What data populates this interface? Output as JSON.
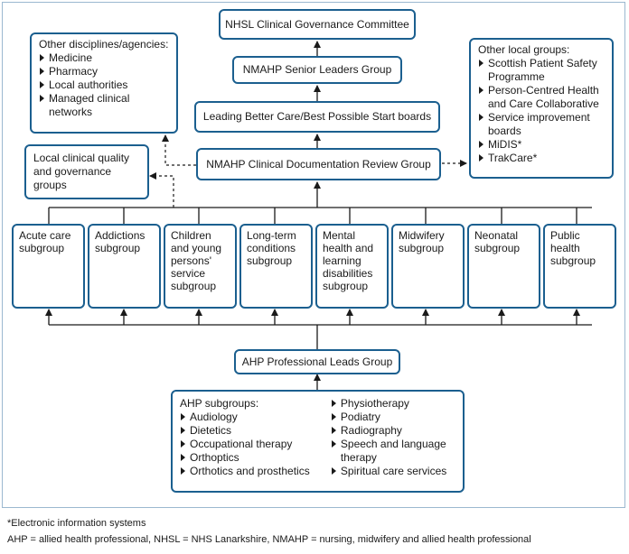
{
  "committee": "NHSL Clinical Governance Committee",
  "senior_leaders": "NMAHP Senior Leaders Group",
  "boards": "Leading Better Care/Best Possible Start boards",
  "review_group": "NMAHP Clinical Documentation Review Group",
  "other_disciplines": {
    "title": "Other disciplines/agencies:",
    "items": [
      "Medicine",
      "Pharmacy",
      "Local authorities",
      "Managed clinical networks"
    ]
  },
  "local_quality": "Local clinical quality and governance groups",
  "other_local": {
    "title": "Other local groups:",
    "items": [
      "Scottish Patient Safety Programme",
      "Person-Centred Health and Care Collaborative",
      "Service improvement boards",
      "MiDIS*",
      "TrakCare*"
    ]
  },
  "subgroups": [
    "Acute care subgroup",
    "Addictions subgroup",
    "Children and young persons' service subgroup",
    "Long-term conditions subgroup",
    "Mental health and learning disabilities subgroup",
    "Midwifery subgroup",
    "Neonatal subgroup",
    "Public health subgroup"
  ],
  "ahp_leads": "AHP Professional Leads Group",
  "ahp_subgroups": {
    "title": "AHP subgroups:",
    "col1": [
      "Audiology",
      "Dietetics",
      "Occupational therapy",
      "Orthoptics",
      "Orthotics and prosthetics"
    ],
    "col2": [
      "Physiotherapy",
      "Podiatry",
      "Radiography",
      "Speech and language therapy",
      "Spiritual care services"
    ]
  },
  "footnote1": "*Electronic information systems",
  "footnote2": "AHP = allied health professional, NHSL = NHS Lanarkshire, NMAHP = nursing, midwifery and allied health professional",
  "colors": {
    "border": "#1b5f8f",
    "line": "#1a1a1a"
  }
}
